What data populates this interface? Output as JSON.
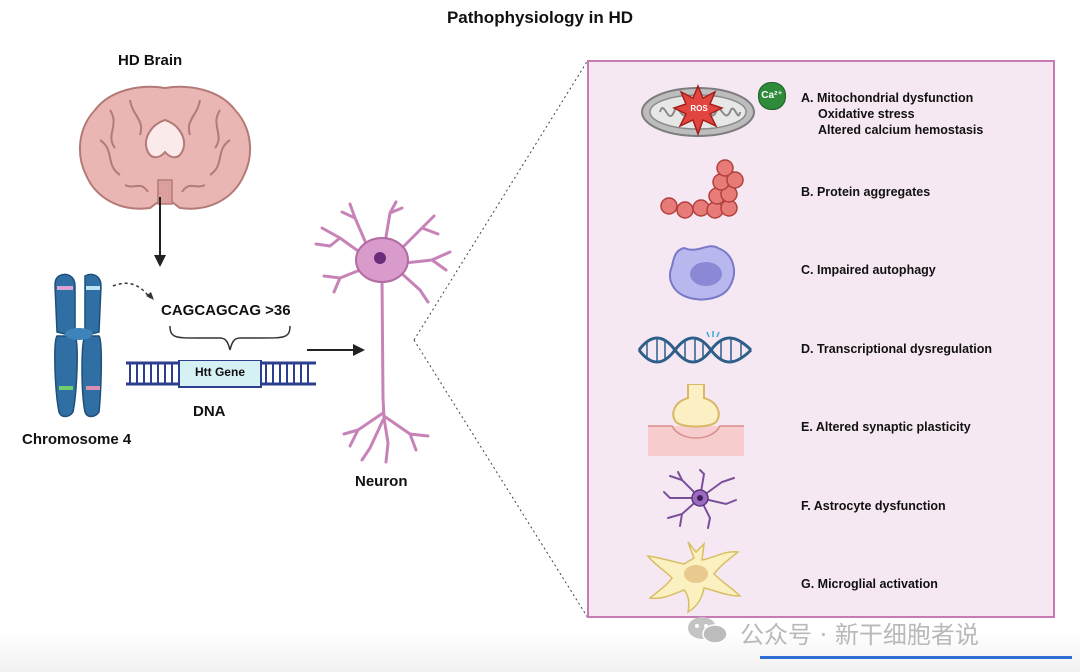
{
  "title": "Pathophysiology in HD",
  "left": {
    "brain_label": "HD Brain",
    "chromosome_label": "Chromosome 4",
    "repeat_label": "CAGCAGCAG >36",
    "gene_label": "Htt Gene",
    "dna_label": "DNA",
    "neuron_label": "Neuron"
  },
  "panel": {
    "ros_label": "ROS",
    "ca_label": "Ca²⁺",
    "items": [
      {
        "lines": [
          "A. Mitochondrial dysfunction",
          "Oxidative stress",
          "Altered calcium hemostasis"
        ]
      },
      {
        "lines": [
          "B. Protein aggregates"
        ]
      },
      {
        "lines": [
          "C. Impaired autophagy"
        ]
      },
      {
        "lines": [
          "D. Transcriptional dysregulation"
        ]
      },
      {
        "lines": [
          "E. Altered synaptic plasticity"
        ]
      },
      {
        "lines": [
          "F. Astrocyte dysfunction"
        ]
      },
      {
        "lines": [
          "G. Microglial activation"
        ]
      }
    ]
  },
  "watermark": "公众号 · 新干细胞者说",
  "colors": {
    "panel_fill": "#f6e8f3",
    "panel_border": "#c77bb5",
    "neuron": "#c783b8",
    "chromosome": "#2f6fa3",
    "brain": "#e8b4b3"
  }
}
